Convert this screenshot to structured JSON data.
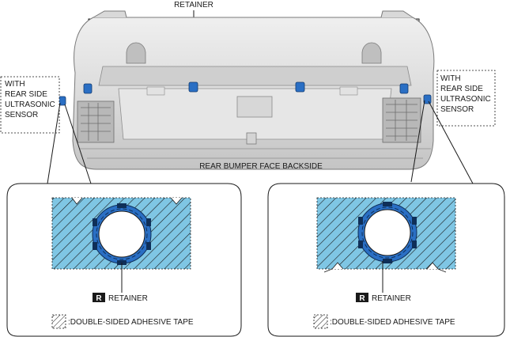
{
  "title": "RETAINER",
  "bumper_label": "REAR BUMPER FACE BACKSIDE",
  "sensor_callout": {
    "left": [
      "WITH",
      "REAR SIDE",
      "ULTRASONIC",
      "SENSOR"
    ],
    "right": [
      "WITH",
      "REAR SIDE",
      "ULTRASONIC",
      "SENSOR"
    ]
  },
  "detail_left": {
    "badge": "R",
    "retainer_label": "RETAINER",
    "legend_text": ":DOUBLE-SIDED ADHESIVE TAPE"
  },
  "detail_right": {
    "badge": "R",
    "retainer_label": "RETAINER",
    "legend_text": ":DOUBLE-SIDED ADHESIVE TAPE"
  },
  "colors": {
    "tape_fill": "#7fc6e4",
    "retainer_blue": "#2a6fc4",
    "bumper_gray": "#d4d4d4",
    "line": "#1a1a1a"
  }
}
